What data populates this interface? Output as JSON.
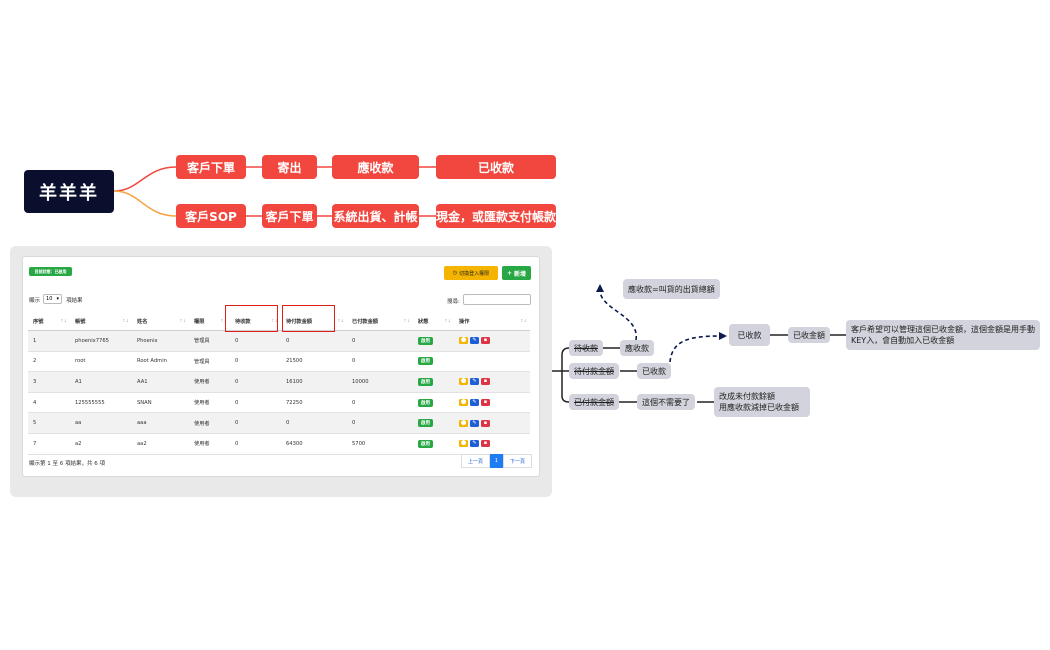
{
  "mindmap": {
    "root": "羊羊羊",
    "row1": [
      "客戶下單",
      "寄出",
      "應收款",
      "已收款"
    ],
    "row2": [
      "客戶SOP",
      "客戶下單",
      "系統出貨、計帳",
      "現金，或匯款支付帳款"
    ]
  },
  "panel": {
    "status_badge": "目前狀態：已啟用",
    "switch_button": "切換登入權限",
    "add_button": "新增",
    "show_prefix": "顯示",
    "page_size": "10",
    "show_suffix": "項結果",
    "search_label": "搜尋:",
    "columns": [
      "序號",
      "帳號",
      "姓名",
      "權限",
      "待收款",
      "待付款金額",
      "已付款金額",
      "狀態",
      "操作"
    ],
    "rows": [
      {
        "id": "1",
        "account": "phoenix7765",
        "name": "Phoenix",
        "role": "管理員",
        "receivable": "0",
        "payable": "0",
        "paid": "0",
        "status": "啟用",
        "actions": true
      },
      {
        "id": "2",
        "account": "root",
        "name": "Root Admin",
        "role": "管理員",
        "receivable": "0",
        "payable": "21500",
        "paid": "0",
        "status": "啟用",
        "actions": false
      },
      {
        "id": "3",
        "account": "A1",
        "name": "AA1",
        "role": "使用者",
        "receivable": "0",
        "payable": "16100",
        "paid": "10000",
        "status": "啟用",
        "actions": true
      },
      {
        "id": "4",
        "account": "125555555",
        "name": "SNAN",
        "role": "使用者",
        "receivable": "0",
        "payable": "72250",
        "paid": "0",
        "status": "啟用",
        "actions": true
      },
      {
        "id": "5",
        "account": "aa",
        "name": "aaa",
        "role": "使用者",
        "receivable": "0",
        "payable": "0",
        "paid": "0",
        "status": "啟用",
        "actions": true
      },
      {
        "id": "7",
        "account": "a2",
        "name": "aa2",
        "role": "使用者",
        "receivable": "0",
        "payable": "64300",
        "paid": "5700",
        "status": "啟用",
        "actions": true
      }
    ],
    "footer_info": "顯示第 1 至 6 項結果，共 6 項",
    "prev": "上一頁",
    "page": "1",
    "next": "下一頁"
  },
  "notes": {
    "receivable": "待收款",
    "receivable_to": "應收款",
    "receivable_note": "應收款=叫貨的出貨總額",
    "payable": "待付款金額",
    "payable_to": "已收款",
    "received_amount": "已收款",
    "received_amount_field": "已收金額",
    "received_amount_desc": "客戶希望可以管理這個已收金額，這個金額是用手動KEY入，會自動加入已收金額",
    "paid": "已付款金額",
    "paid_to": "這個不需要了",
    "paid_desc": "改成未付款餘額\n用應收款減掉已收金額"
  }
}
